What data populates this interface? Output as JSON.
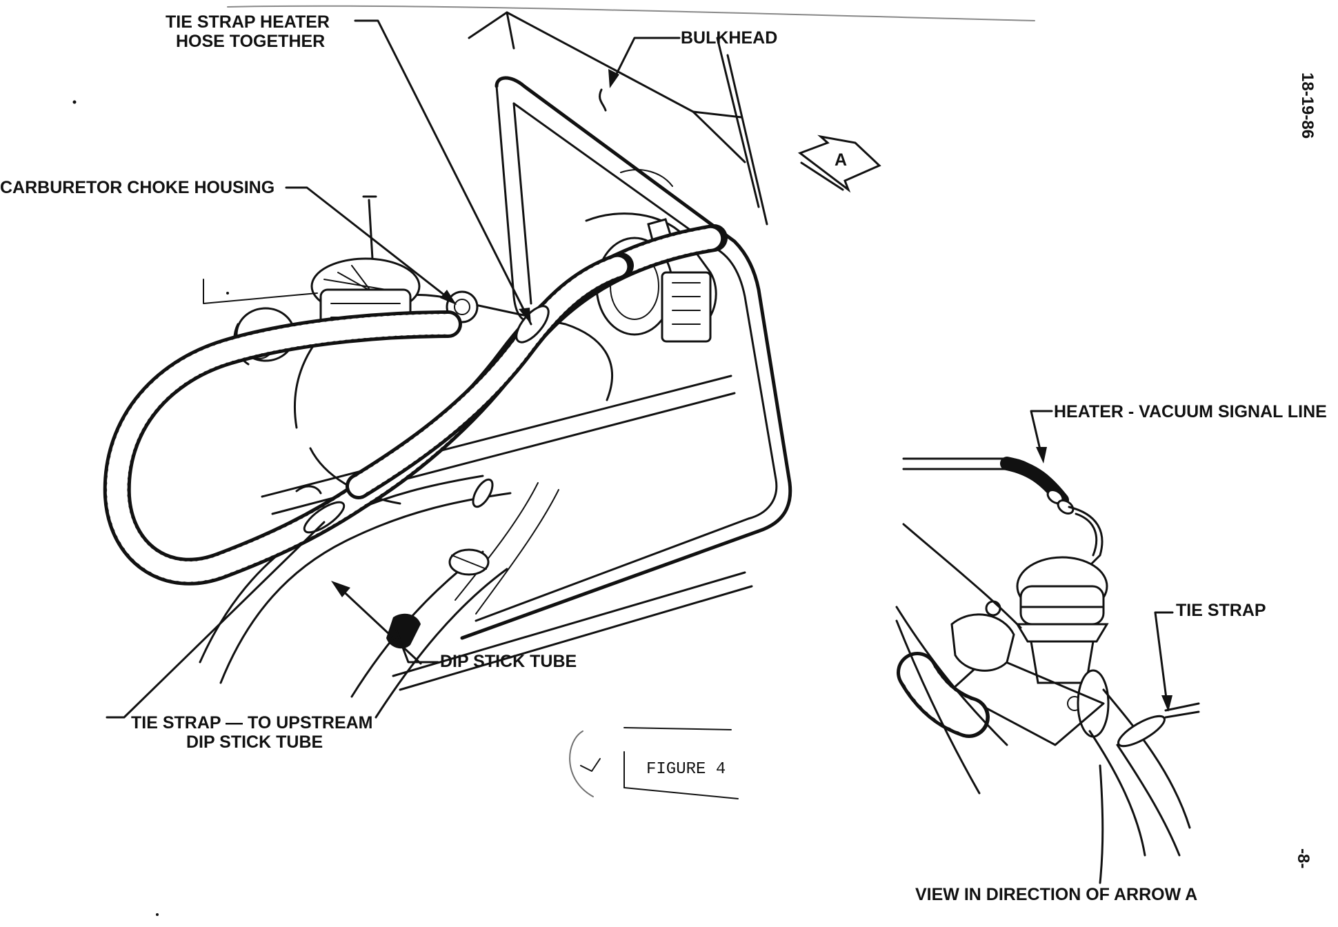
{
  "figure": {
    "caption": "FIGURE 4"
  },
  "labels": {
    "tie_strap_heater_line1": "TIE STRAP HEATER",
    "tie_strap_heater_line2": "HOSE TOGETHER",
    "bulkhead": "BULKHEAD",
    "carburetor_choke_housing": "CARBURETOR CHOKE HOUSING",
    "arrow_a": "A",
    "heater_vacuum_signal_line": "HEATER - VACUUM SIGNAL LINE",
    "tie_strap": "TIE STRAP",
    "dip_stick_tube": "DIP STICK TUBE",
    "tie_strap_upstream_line1": "TIE STRAP — TO UPSTREAM",
    "tie_strap_upstream_line2": "DIP STICK TUBE",
    "view_direction": "VIEW IN DIRECTION OF ARROW A",
    "side_code": "18-19-86",
    "page_number": "-8-"
  },
  "icons": {
    "direction_arrow": "arrow-a-icon",
    "initials_mark": "check-mark-icon"
  },
  "colors": {
    "ink": "#111111",
    "paper": "#ffffff"
  }
}
